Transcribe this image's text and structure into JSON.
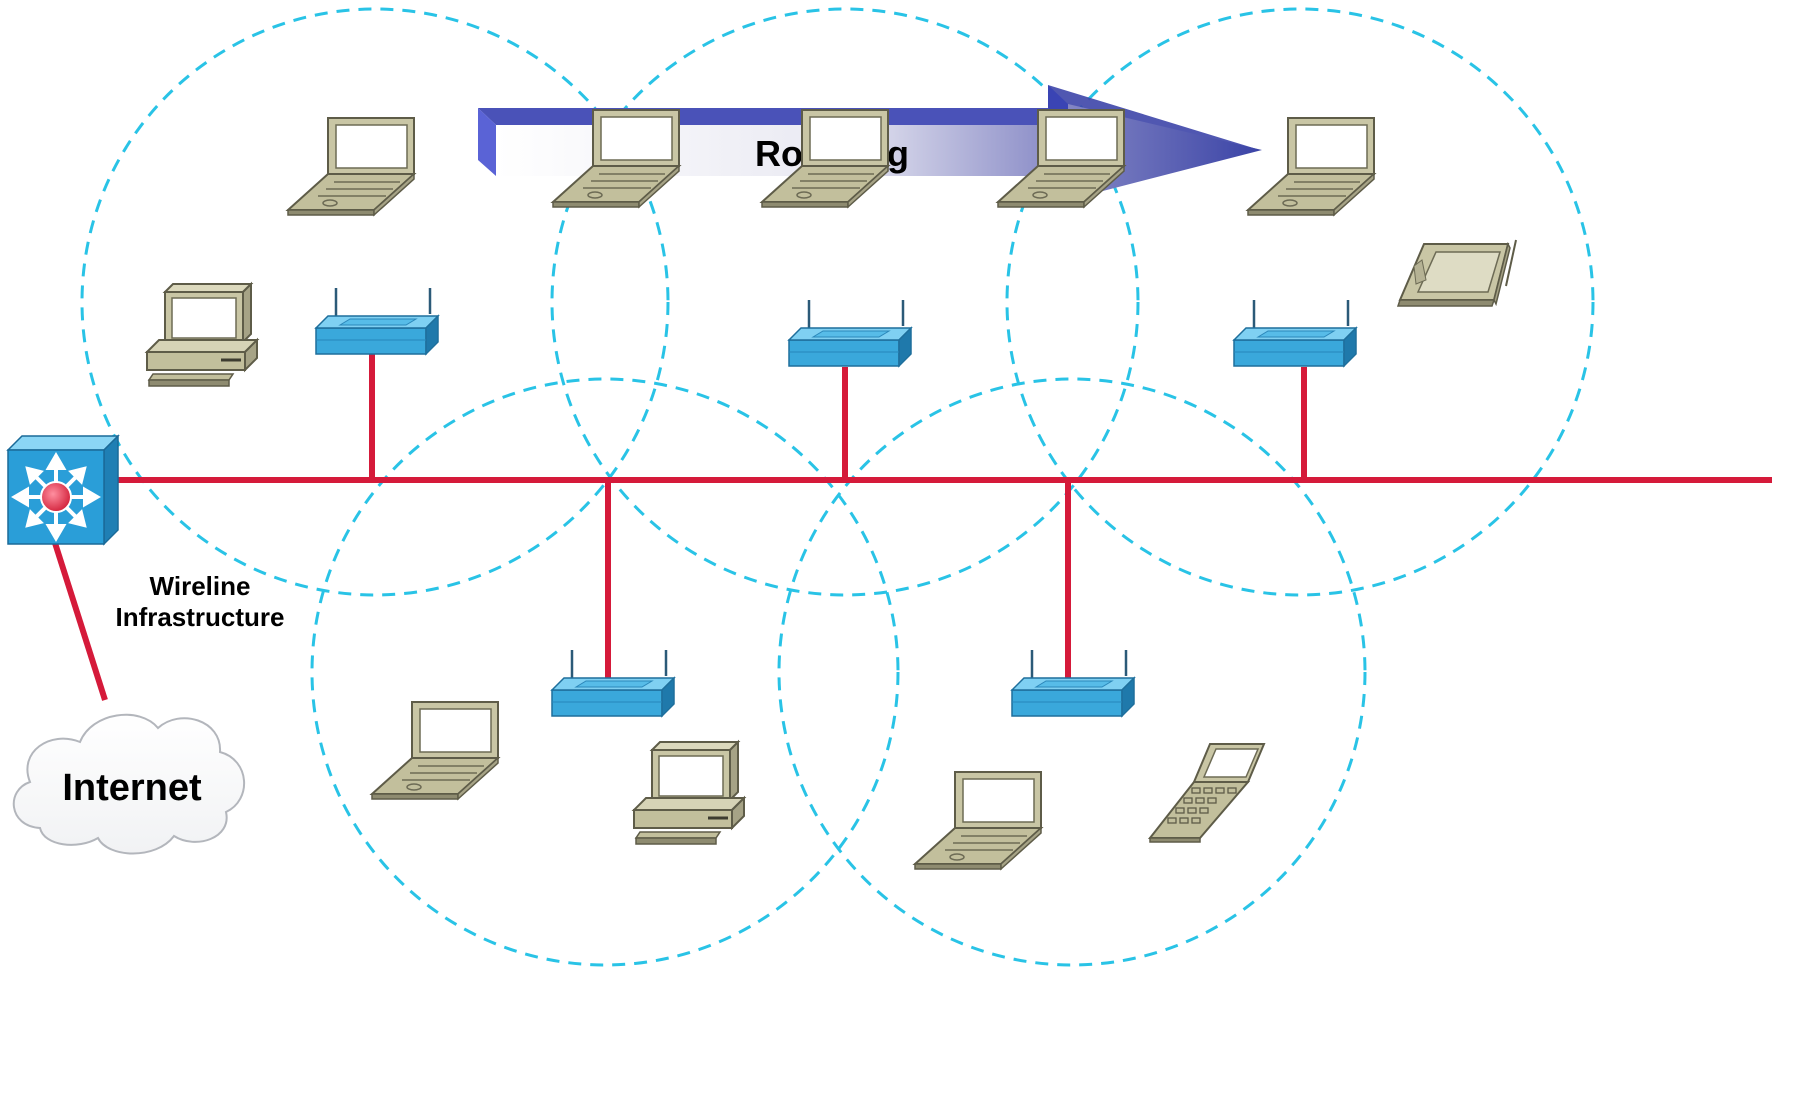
{
  "labels": {
    "roaming": "Roaming",
    "wireline_line1": "Wireline",
    "wireline_line2": "Infrastructure",
    "internet": "Internet"
  },
  "colors": {
    "coverage_stroke": "#29c3e6",
    "wire": "#d51a3a",
    "wire_dark": "#6b0f1e",
    "ap_blue": "#3aa8db",
    "device_tan": "#c9c6a5",
    "device_dark": "#5e5c48",
    "arrow_dark": "#3d45a8",
    "arrow_light": "#ffffff",
    "switch_blue": "#2a9ed8",
    "switch_hub": "#e8475f"
  },
  "icons": {
    "switch": "multilayer-switch-icon",
    "access_point": "wireless-access-point-icon",
    "laptop": "laptop-icon",
    "desktop": "desktop-pc-icon",
    "pda": "pda-tablet-icon",
    "phone": "cellular-phone-icon",
    "cloud": "internet-cloud-icon"
  }
}
